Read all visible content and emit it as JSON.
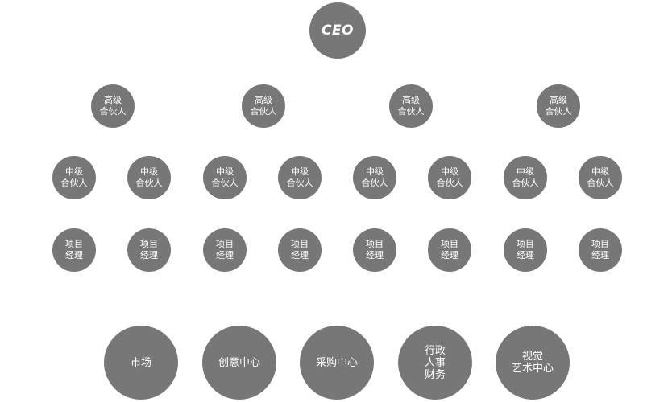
{
  "org_chart": {
    "ceo": {
      "label": "CEO"
    },
    "senior_partners": [
      {
        "lines": [
          "高级",
          "合伙人"
        ]
      },
      {
        "lines": [
          "高级",
          "合伙人"
        ]
      },
      {
        "lines": [
          "高级",
          "合伙人"
        ]
      },
      {
        "lines": [
          "高级",
          "合伙人"
        ]
      }
    ],
    "mid_partners": [
      {
        "lines": [
          "中级",
          "合伙人"
        ]
      },
      {
        "lines": [
          "中级",
          "合伙人"
        ]
      },
      {
        "lines": [
          "中级",
          "合伙人"
        ]
      },
      {
        "lines": [
          "中级",
          "合伙人"
        ]
      },
      {
        "lines": [
          "中级",
          "合伙人"
        ]
      },
      {
        "lines": [
          "中级",
          "合伙人"
        ]
      },
      {
        "lines": [
          "中级",
          "合伙人"
        ]
      },
      {
        "lines": [
          "中级",
          "合伙人"
        ]
      }
    ],
    "project_managers": [
      {
        "lines": [
          "项目",
          "经理"
        ]
      },
      {
        "lines": [
          "项目",
          "经理"
        ]
      },
      {
        "lines": [
          "项目",
          "经理"
        ]
      },
      {
        "lines": [
          "项目",
          "经理"
        ]
      },
      {
        "lines": [
          "项目",
          "经理"
        ]
      },
      {
        "lines": [
          "项目",
          "经理"
        ]
      },
      {
        "lines": [
          "项目",
          "经理"
        ]
      },
      {
        "lines": [
          "项目",
          "经理"
        ]
      }
    ],
    "departments": [
      {
        "lines": [
          "市场"
        ]
      },
      {
        "lines": [
          "创意中心"
        ]
      },
      {
        "lines": [
          "采购中心"
        ]
      },
      {
        "lines": [
          "行政",
          "人事",
          "财务"
        ]
      },
      {
        "lines": [
          "视觉",
          "艺术中心"
        ]
      }
    ]
  },
  "colors": {
    "node_fill": "#777777",
    "node_text": "#ffffff",
    "background": "#ffffff"
  }
}
